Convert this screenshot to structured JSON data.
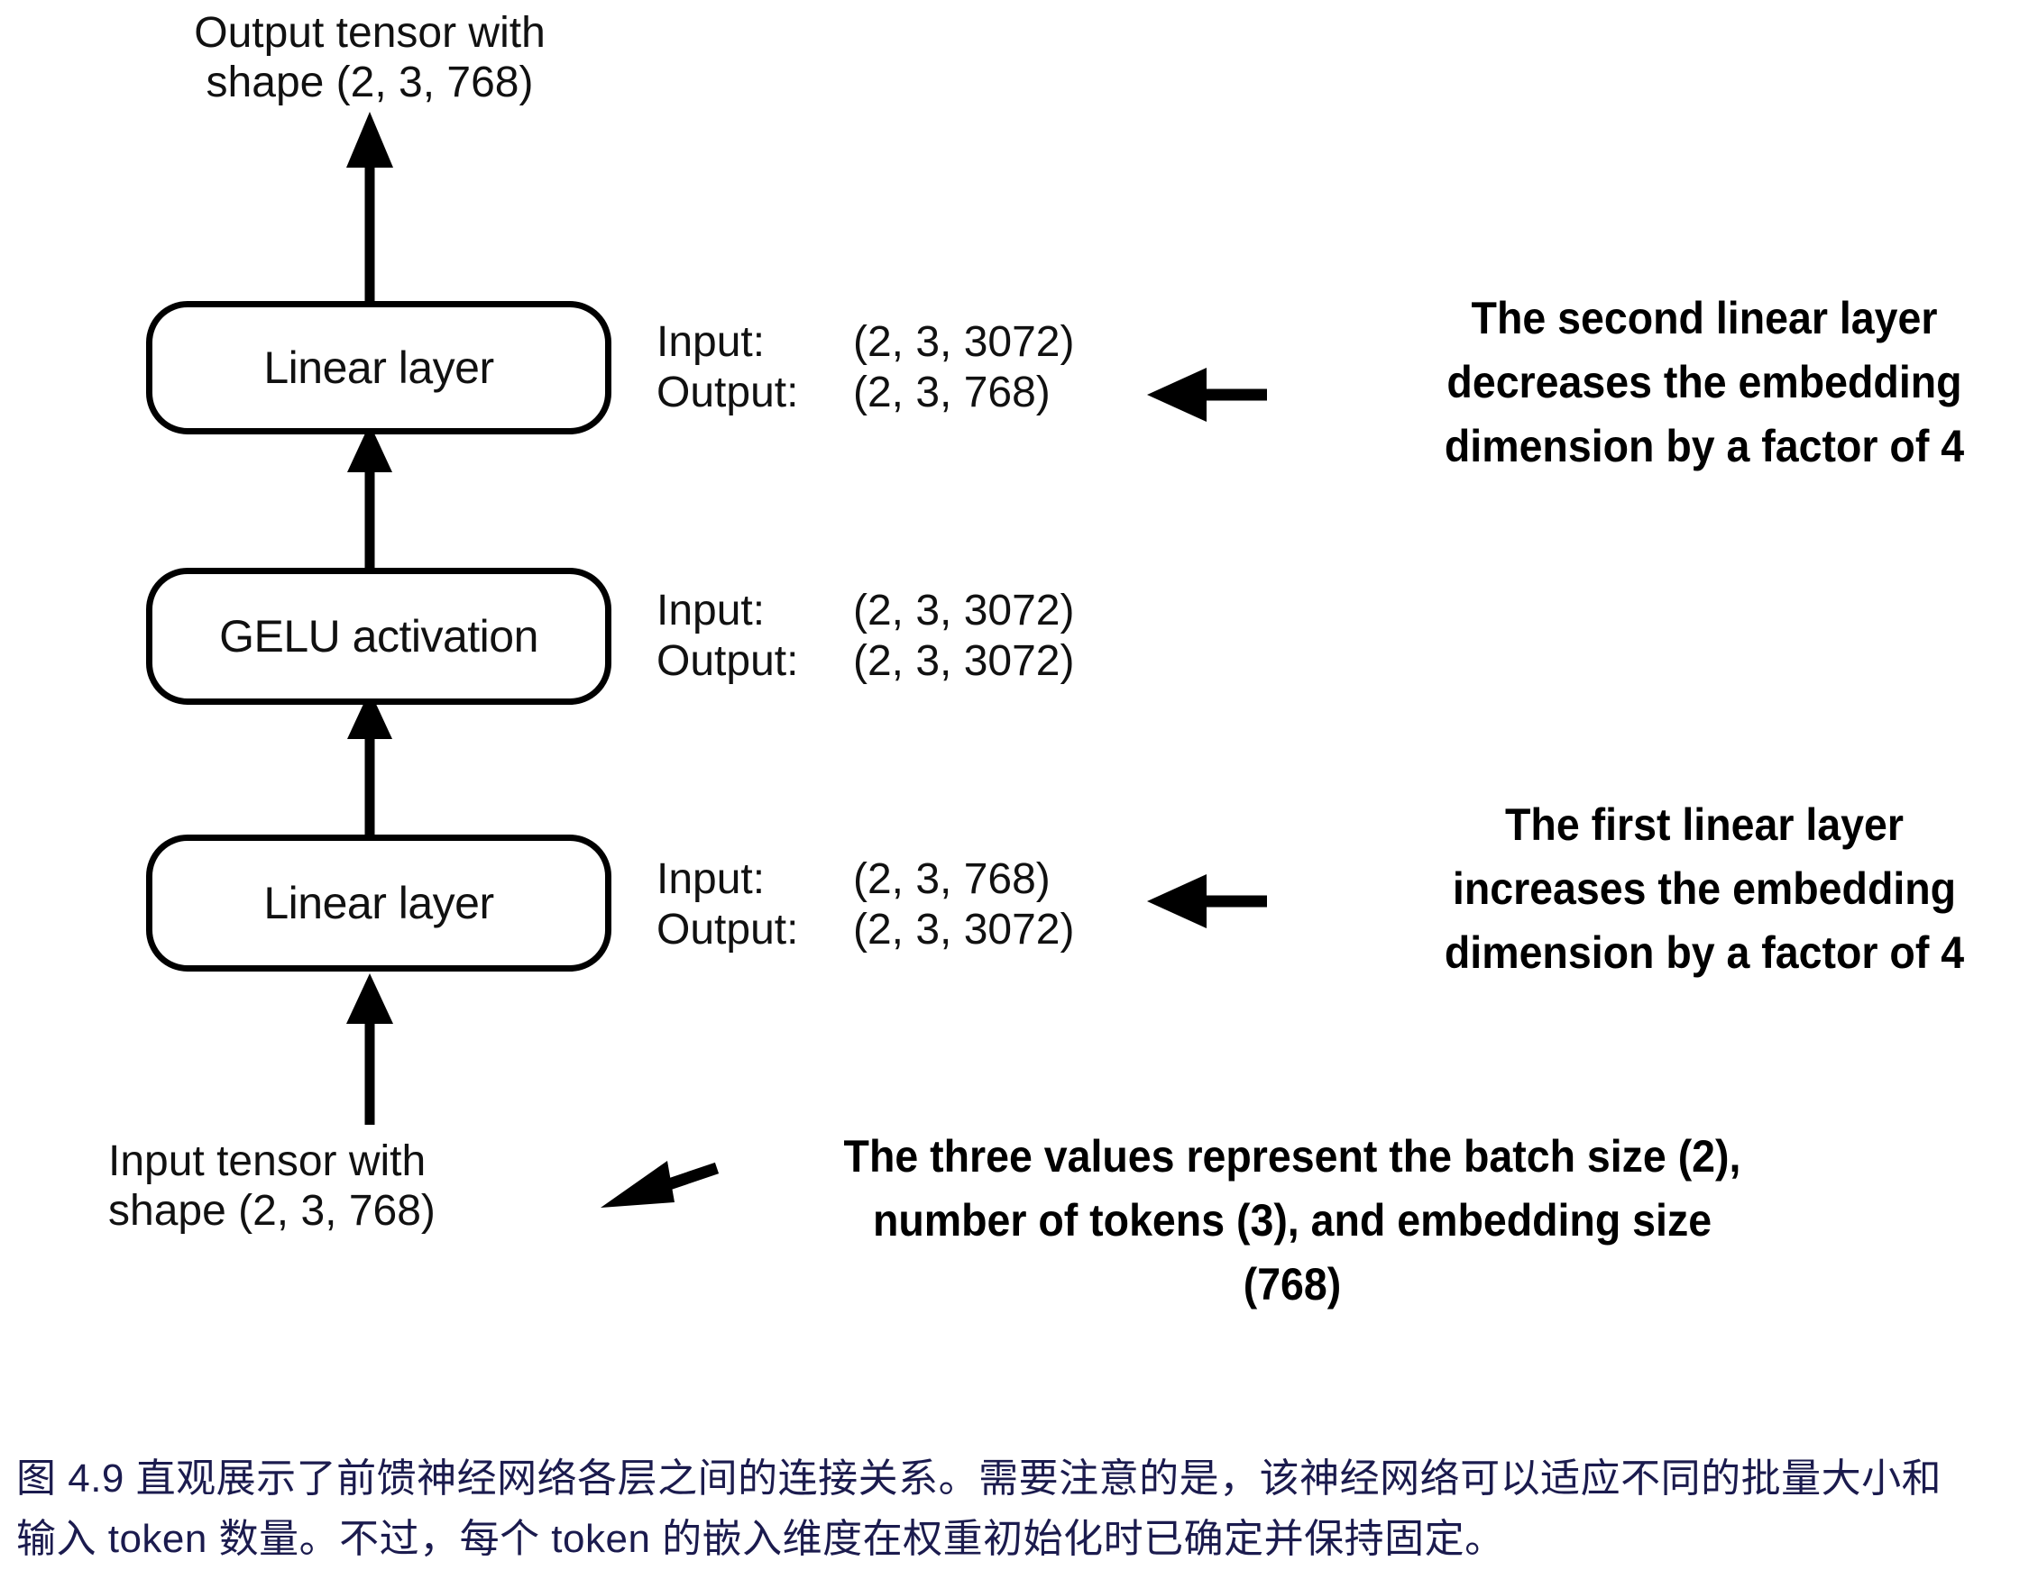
{
  "figure": {
    "output_tensor_label": "Output tensor with\nshape (2, 3, 768)",
    "input_tensor_label": "Input tensor with\nshape (2, 3, 768)",
    "nodes": [
      {
        "id": "linear-top",
        "label": "Linear layer"
      },
      {
        "id": "gelu",
        "label": "GELU activation"
      },
      {
        "id": "linear-bottom",
        "label": "Linear layer"
      }
    ],
    "io_blocks": [
      {
        "id": "io-linear-top",
        "input_key": "Input:",
        "input_value": "(2, 3, 3072)",
        "output_key": "Output:",
        "output_value": "(2, 3, 768)"
      },
      {
        "id": "io-gelu",
        "input_key": "Input:",
        "input_value": "(2, 3, 3072)",
        "output_key": "Output:",
        "output_value": "(2, 3, 3072)"
      },
      {
        "id": "io-linear-bottom",
        "input_key": "Input:",
        "input_value": "(2, 3, 768)",
        "output_key": "Output:",
        "output_value": "(2, 3, 3072)"
      }
    ],
    "annotations": [
      {
        "id": "second-linear",
        "lines": [
          "The second linear layer",
          "decreases the embedding",
          "dimension by a factor of 4"
        ]
      },
      {
        "id": "first-linear",
        "lines": [
          "The first linear layer",
          "increases the embedding",
          "dimension by a factor of 4"
        ]
      },
      {
        "id": "three-values",
        "lines": [
          "The three values represent the batch size (2),",
          "number of tokens (3), and embedding size",
          "(768)"
        ]
      }
    ],
    "colors": {
      "stroke": "#000000",
      "text": "#111111",
      "caption": "#1b1b4e",
      "background": "#ffffff"
    }
  },
  "caption": {
    "line1": "图 4.9 直观展示了前馈神经网络各层之间的连接关系。需要注意的是，该神经网络可以适应不同的批量大小和",
    "line2": "输入 token 数量。不过，每个 token 的嵌入维度在权重初始化时已确定并保持固定。"
  }
}
